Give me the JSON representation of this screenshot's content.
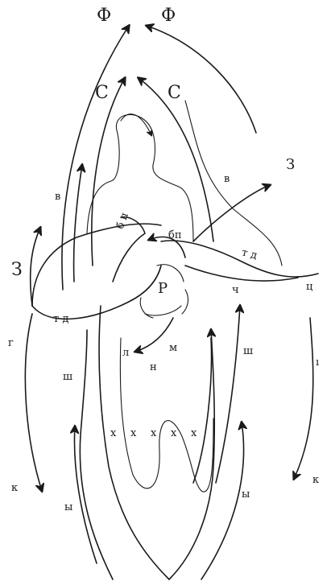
{
  "labels": {
    "f_left": "Ф",
    "f_right": "Ф",
    "s_left": "С",
    "s_right": "С",
    "v_left": "в",
    "v_right": "в",
    "z_left": "З",
    "z_right": "З",
    "bp_left": "б п",
    "bp_right": "бп",
    "td_left": "т д",
    "td_right": "т д",
    "r": "Р",
    "ch": "ч",
    "ts": "ц",
    "g": "г",
    "i": "ı",
    "sh_left": "ш",
    "sh_right": "ш",
    "l": "л",
    "m": "м",
    "n": "н",
    "x1": "х",
    "x2": "х",
    "x3": "х",
    "x4": "х",
    "x5": "х",
    "k_left": "к",
    "k_right": "к",
    "y_left": "ы",
    "y_right": "ы"
  }
}
